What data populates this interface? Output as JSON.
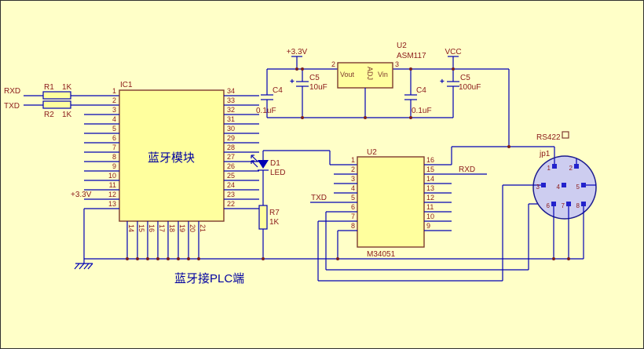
{
  "sheet": {
    "caption": "蓝牙接PLC端"
  },
  "colors": {
    "background": "#FFFFC8",
    "wire": "#0000B4",
    "component_fill": "#FFFF9E",
    "component_outline": "#7E3A2F",
    "label_text": "#8B1A1A",
    "blue_text": "#0000A0",
    "connector_fill": "#CDCDF0"
  },
  "nets": {
    "rxd_in": "RXD",
    "txd_in": "TXD",
    "v33_pin": "+3.3V",
    "v33_rail": "+3.3V",
    "vcc": "VCC",
    "rxd_mid": "RXD",
    "txd_mid": "TXD"
  },
  "ic1": {
    "designator": "IC1",
    "name": "蓝牙模块",
    "left_pins": [
      "1",
      "2",
      "3",
      "4",
      "5",
      "6",
      "7",
      "8",
      "9",
      "10",
      "11",
      "12",
      "13"
    ],
    "right_pins": [
      "34",
      "33",
      "32",
      "31",
      "30",
      "29",
      "28",
      "27",
      "26",
      "25",
      "24",
      "23",
      "22"
    ],
    "bottom_pins": [
      "14",
      "15",
      "16",
      "17",
      "18",
      "19",
      "20",
      "21"
    ]
  },
  "resistors": {
    "r1": {
      "ref": "R1",
      "value": "1K"
    },
    "r2": {
      "ref": "R2",
      "value": "1K"
    },
    "r7": {
      "ref": "R7",
      "value": "1K"
    }
  },
  "diode": {
    "ref": "D1",
    "value": "LED"
  },
  "regulator": {
    "ref": "U2",
    "part": "ASM117",
    "pin_out": "2",
    "pin_in": "3",
    "vout": "Vout",
    "adj": "ADJ",
    "vin": "Vin"
  },
  "capacitors": {
    "c4a": {
      "ref": "C4",
      "value": "0.1uF"
    },
    "c5a": {
      "ref": "C5",
      "value": "10uF",
      "plus": "+"
    },
    "c4b": {
      "ref": "C4",
      "value": "0.1uF"
    },
    "c5b": {
      "ref": "C5",
      "value": "100uF",
      "plus": "+"
    }
  },
  "driver": {
    "ref": "U2",
    "part": "M34051",
    "left_pins": [
      "1",
      "2",
      "3",
      "4",
      "5",
      "6",
      "7",
      "8"
    ],
    "right_pins": [
      "16",
      "15",
      "14",
      "13",
      "12",
      "11",
      "10",
      "9"
    ]
  },
  "connector": {
    "ref": "jp1",
    "title": "RS422",
    "pins": [
      "1",
      "2",
      "3",
      "4",
      "5",
      "6",
      "7",
      "8"
    ]
  }
}
